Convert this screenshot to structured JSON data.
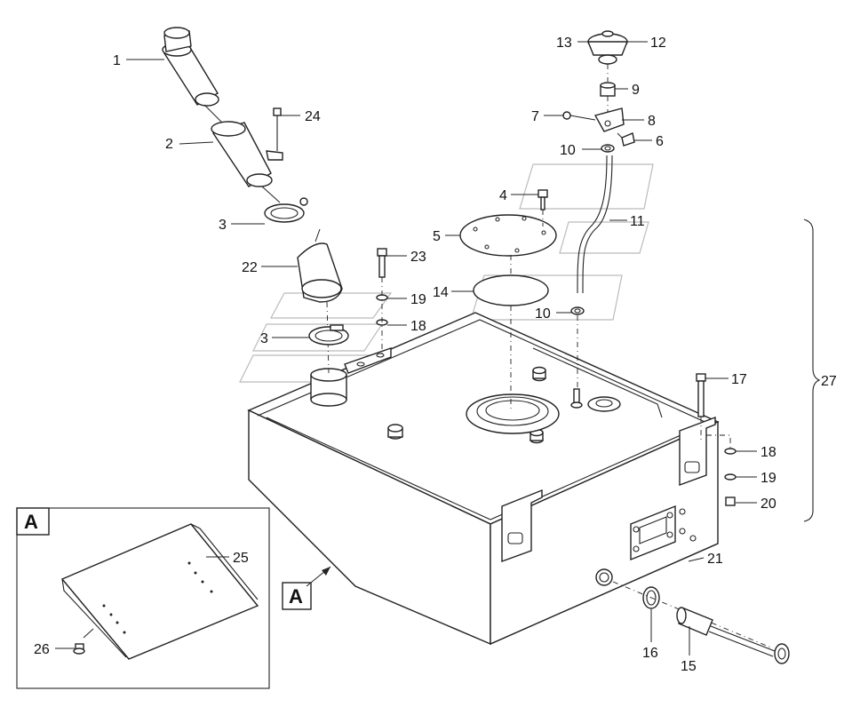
{
  "callouts": {
    "c1": "1",
    "c2": "2",
    "c3a": "3",
    "c3b": "3",
    "c4": "4",
    "c5": "5",
    "c6": "6",
    "c7": "7",
    "c8": "8",
    "c9": "9",
    "c10a": "10",
    "c10b": "10",
    "c11": "11",
    "c12": "12",
    "c13": "13",
    "c14": "14",
    "c15": "15",
    "c16": "16",
    "c17": "17",
    "c18a": "18",
    "c18b": "18",
    "c19a": "19",
    "c19b": "19",
    "c20": "20",
    "c21": "21",
    "c22": "22",
    "c23": "23",
    "c24": "24",
    "c25": "25",
    "c26": "26",
    "c27": "27"
  },
  "view_label": "A",
  "inset_label": "A"
}
